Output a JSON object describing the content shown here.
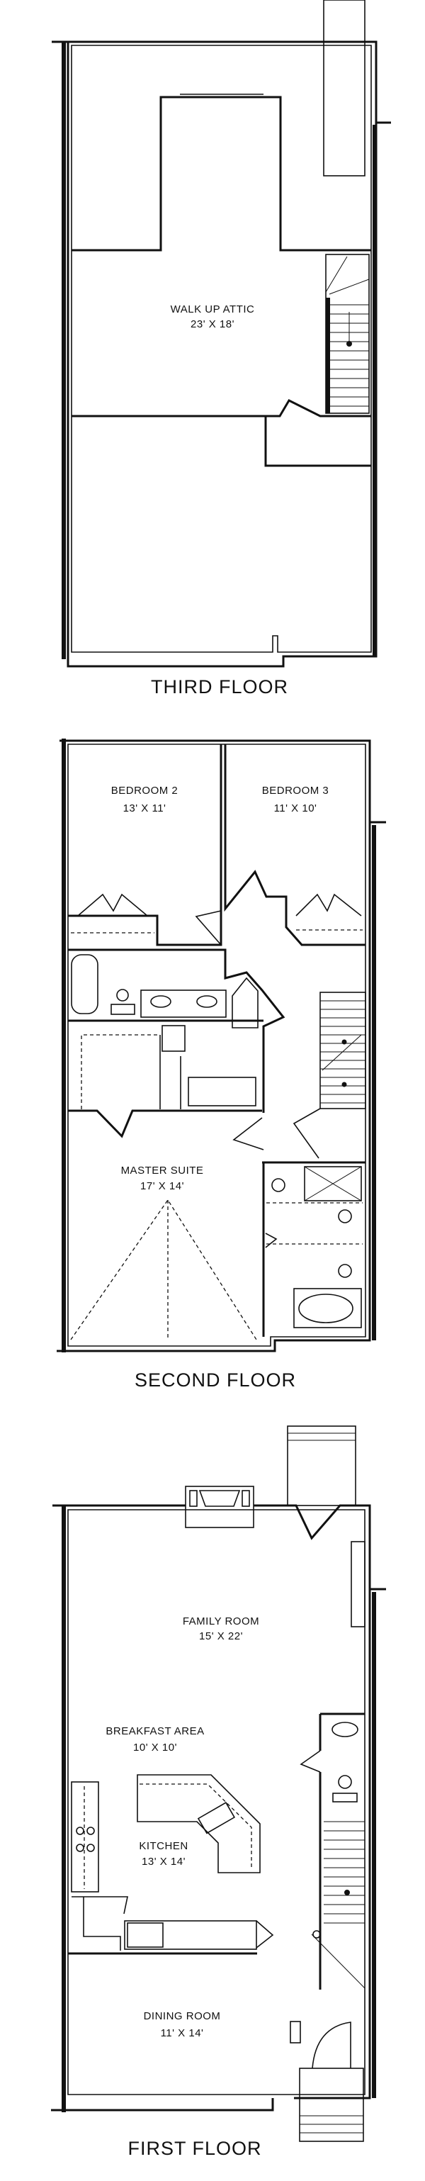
{
  "floors": {
    "third": {
      "title": "THIRD FLOOR",
      "rooms": [
        {
          "name": "WALK UP ATTIC",
          "dims": "23' X 18'"
        }
      ]
    },
    "second": {
      "title": "SECOND FLOOR",
      "rooms": [
        {
          "name": "BEDROOM 2",
          "dims": "13' X 11'"
        },
        {
          "name": "BEDROOM 3",
          "dims": "11' X 10'"
        },
        {
          "name": "MASTER SUITE",
          "dims": "17' X 14'"
        }
      ]
    },
    "first": {
      "title": "FIRST FLOOR",
      "rooms": [
        {
          "name": "FAMILY ROOM",
          "dims": "15' X 22'"
        },
        {
          "name": "BREAKFAST AREA",
          "dims": "10' X 10'"
        },
        {
          "name": "KITCHEN",
          "dims": "13' X 14'"
        },
        {
          "name": "DINING ROOM",
          "dims": "11' X 14'"
        }
      ]
    }
  },
  "colors": {
    "ink": "#111111",
    "paper": "#ffffff"
  }
}
